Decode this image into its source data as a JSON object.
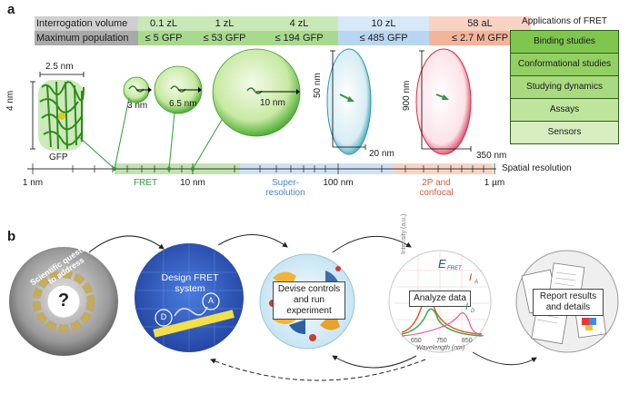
{
  "panel_a": {
    "label": "a",
    "table": {
      "row1_header": "Interrogation volume",
      "row2_header": "Maximum population",
      "columns": [
        {
          "volume": "0.1 zL",
          "population": "≤ 5 GFP"
        },
        {
          "volume": "1 zL",
          "population": "≤ 53 GFP"
        },
        {
          "volume": "4 zL",
          "population": "≤ 194 GFP"
        },
        {
          "volume": "10 zL",
          "population": "≤ 485 GFP"
        },
        {
          "volume": "58 aL",
          "population": "≤ 2.7 M GFP"
        }
      ]
    },
    "applications": {
      "title": "Applications of FRET",
      "items": [
        "Binding studies",
        "Conformational studies",
        "Studying dynamics",
        "Assays",
        "Sensors"
      ]
    },
    "gfp": {
      "width_label": "2.5 nm",
      "height_label": "4 nm",
      "name": "GFP"
    },
    "spheres": [
      {
        "label": "3 nm"
      },
      {
        "label": "6.5 nm"
      },
      {
        "label": "10 nm"
      }
    ],
    "ellipses": [
      {
        "height_label": "50 nm",
        "width_label": "20 nm"
      },
      {
        "height_label": "900 nm",
        "width_label": "350 nm"
      }
    ],
    "axis": {
      "title": "Spatial resolution",
      "ticks": [
        "1 nm",
        "10 nm",
        "100 nm",
        "1 µm"
      ],
      "regions": [
        "FRET",
        "Super-resolution",
        "2P and confocal"
      ],
      "region_lines": [
        [
          "FRET"
        ],
        [
          "Super-",
          "resolution"
        ],
        [
          "2P and",
          "confocal"
        ]
      ]
    }
  },
  "panel_b": {
    "label": "b",
    "steps": [
      {
        "text": "Scientific question to address",
        "symbol": "?"
      },
      {
        "text": "Design FRET system",
        "donor": "D",
        "acceptor": "A"
      },
      {
        "text": "Devise controls and run experiment"
      },
      {
        "text": "Analyze data",
        "ylabel": "Intensity (a.u.)",
        "xlabel": "Wavelength (nm)",
        "ticks": [
          "650",
          "750",
          "850"
        ],
        "symbols": [
          "E",
          "FRET",
          "I",
          "A",
          "I",
          "D"
        ]
      },
      {
        "text": "Report results and details"
      }
    ]
  },
  "colors": {
    "fret_green": "#2e9a3a",
    "superres_blue": "#9cc3e6",
    "confocal_orange": "#f4b49c",
    "app_green": "#8fcf5e"
  }
}
